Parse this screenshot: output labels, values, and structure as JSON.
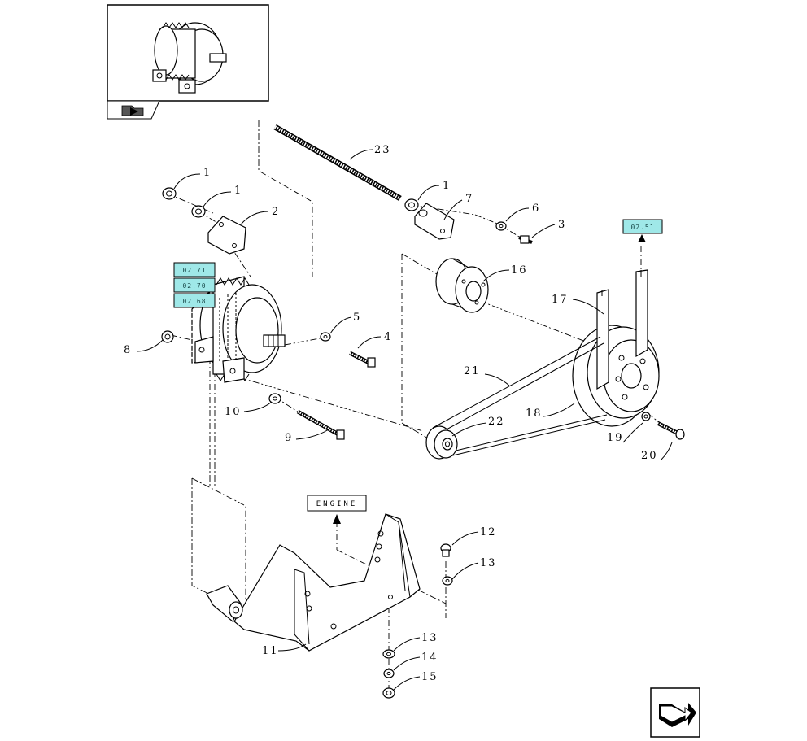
{
  "callouts": [
    {
      "id": "c1a",
      "text": "1"
    },
    {
      "id": "c1b",
      "text": "1"
    },
    {
      "id": "c1c",
      "text": "1"
    },
    {
      "id": "c2",
      "text": "2"
    },
    {
      "id": "c3",
      "text": "3"
    },
    {
      "id": "c4",
      "text": "4"
    },
    {
      "id": "c5",
      "text": "5"
    },
    {
      "id": "c6",
      "text": "6"
    },
    {
      "id": "c7",
      "text": "7"
    },
    {
      "id": "c8",
      "text": "8"
    },
    {
      "id": "c9",
      "text": "9"
    },
    {
      "id": "c10",
      "text": "10"
    },
    {
      "id": "c11",
      "text": "11"
    },
    {
      "id": "c12",
      "text": "12"
    },
    {
      "id": "c13a",
      "text": "13"
    },
    {
      "id": "c13b",
      "text": "13"
    },
    {
      "id": "c14",
      "text": "14"
    },
    {
      "id": "c15",
      "text": "15"
    },
    {
      "id": "c16",
      "text": "16"
    },
    {
      "id": "c17",
      "text": "17"
    },
    {
      "id": "c18",
      "text": "18"
    },
    {
      "id": "c19",
      "text": "19"
    },
    {
      "id": "c20",
      "text": "20"
    },
    {
      "id": "c21",
      "text": "21"
    },
    {
      "id": "c22",
      "text": "22"
    },
    {
      "id": "c23",
      "text": "23"
    }
  ],
  "references": {
    "ref_0271": "02.71",
    "ref_0270": "02.70",
    "ref_0268": "02.68",
    "ref_0251": "02.51"
  },
  "labels": {
    "engine": "ENGINE"
  },
  "colors": {
    "reference_fill": "#9fe8e8",
    "line": "#000000"
  },
  "icons": {
    "thumbnail": "alternator-thumbnail",
    "nav_small": "folder-arrow-icon",
    "nav_large": "next-page-arrow-icon"
  }
}
